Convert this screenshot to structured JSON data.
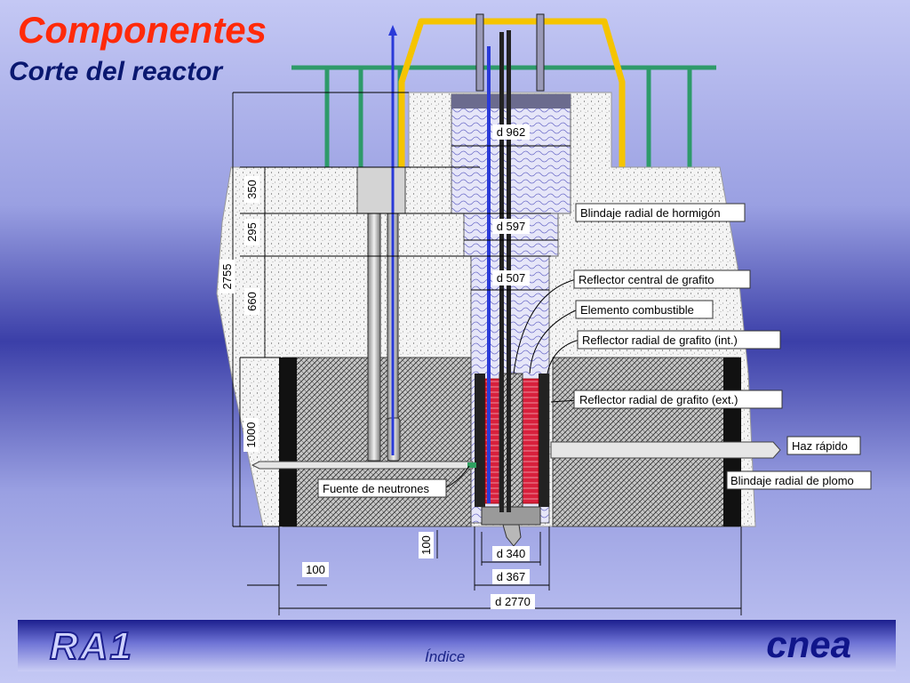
{
  "header": {
    "title": "Componentes",
    "subtitle": "Corte del reactor"
  },
  "dimensions": {
    "d962": "d 962",
    "d597": "d 597",
    "d507": "d 507",
    "d340": "d 340",
    "d367": "d 367",
    "d2770": "d 2770",
    "h2755": "2755",
    "h350": "350",
    "h295": "295",
    "h660": "660",
    "h1000": "1000",
    "h100": "100",
    "w100": "100"
  },
  "labels": {
    "blindaje_hormigon": "Blindaje radial de hormigón",
    "reflector_central": "Reflector central de  grafito",
    "elemento_combustible": "Elemento combustible",
    "reflector_radial_int": "Reflector radial de  grafito (int.)",
    "reflector_radial_ext": "Reflector radial de  grafito (ext.)",
    "haz_rapido": "Haz rápido",
    "blindaje_plomo": "Blindaje radial de plomo",
    "fuente_neutrones": "Fuente de neutrones"
  },
  "footer": {
    "logo_left": "RA1",
    "index_link": "Índice",
    "logo_right": "cnea"
  },
  "colors": {
    "title": "#ff2a0a",
    "subtitle": "#0a1870",
    "frame_green": "#2e9a6a",
    "crane_yellow": "#f5c400",
    "fuel_red": "#d8203c",
    "rod_blue": "#2a3ad8"
  }
}
